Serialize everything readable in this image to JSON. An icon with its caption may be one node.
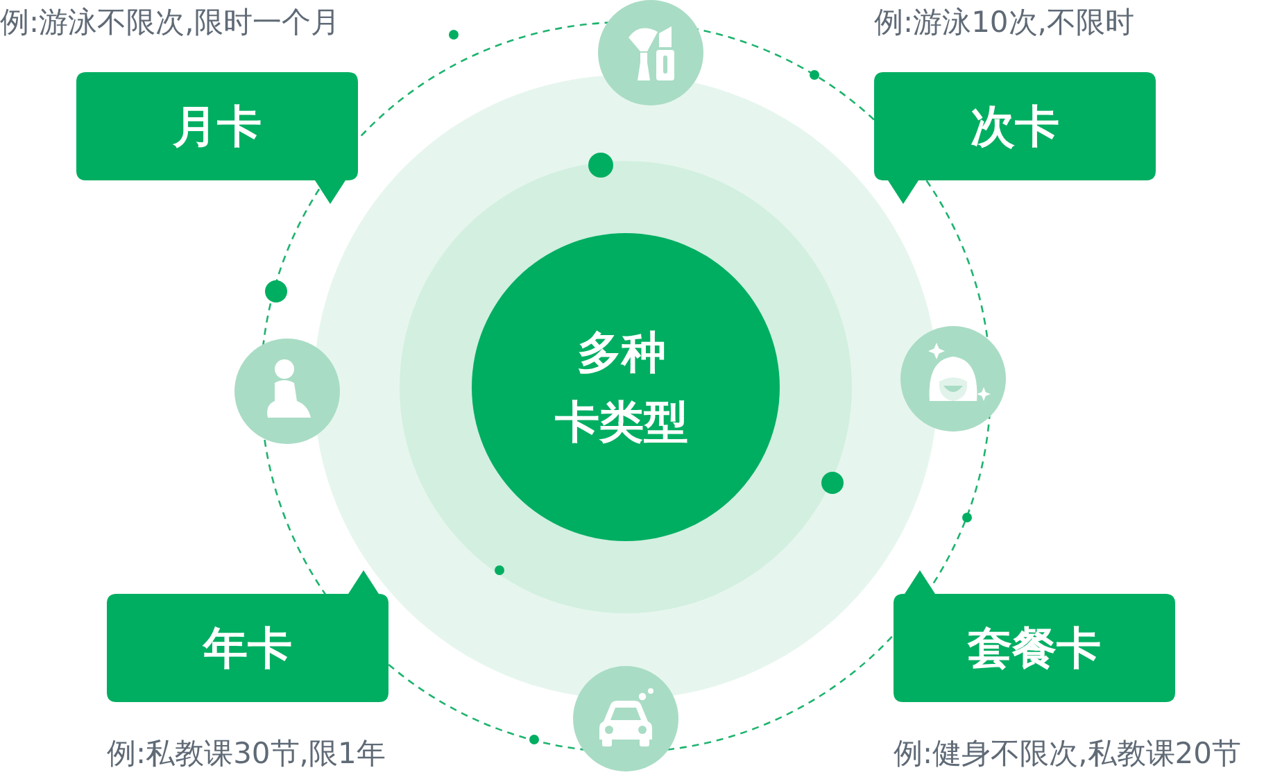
{
  "diagram": {
    "nodes": [
      {
        "text": [
          "月卡"
        ],
        "beside": [
          "例:游泳不限次,限时一个月"
        ]
      },
      {
        "text": [
          "次卡"
        ],
        "beside": [
          "例:游泳10次,不限时"
        ]
      },
      {
        "text": [
          "多种卡类型"
        ]
      },
      {
        "text": [
          "年卡"
        ],
        "beside": [
          "例:私教课30节,限1年"
        ]
      },
      {
        "text": [
          "套餐卡"
        ],
        "beside": [
          "例:健身不限次,私教课20节"
        ]
      }
    ]
  }
}
